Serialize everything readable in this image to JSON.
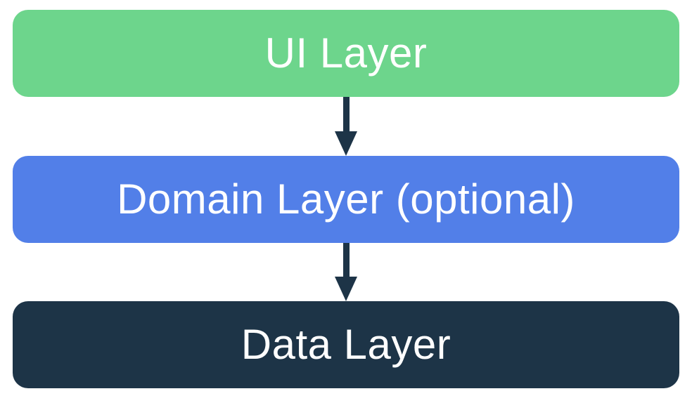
{
  "diagram": {
    "background": "#ffffff",
    "text_color": "#ffffff",
    "arrow_color": "#1d3447",
    "layers": [
      {
        "id": "ui",
        "label": "UI Layer",
        "color": "#6dd58c"
      },
      {
        "id": "domain",
        "label": "Domain Layer (optional)",
        "color": "#527fe8"
      },
      {
        "id": "data",
        "label": "Data Layer",
        "color": "#1d3447"
      }
    ],
    "arrows": [
      {
        "from": "ui",
        "to": "domain"
      },
      {
        "from": "domain",
        "to": "data"
      }
    ]
  }
}
